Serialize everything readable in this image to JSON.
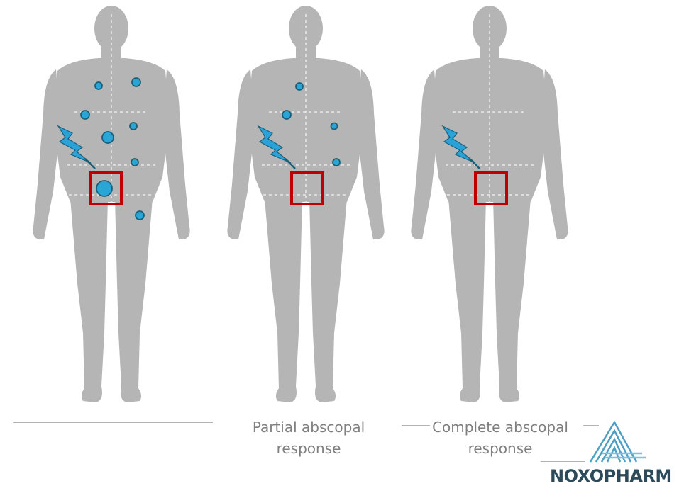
{
  "figures": [
    {
      "caption_line1": "",
      "caption_line2": ""
    },
    {
      "caption_line1": "Partial abscopal",
      "caption_line2": "response"
    },
    {
      "caption_line1": "Complete abscopal",
      "caption_line2": "response"
    }
  ],
  "logo": {
    "text": "NOXOPHARM"
  },
  "colors": {
    "body": "#b5b5b5",
    "tumor_fill": "#29a5d6",
    "tumor_stroke": "#1a5f7a",
    "target_box": "#c00000",
    "bolt": "#2aa2d8",
    "caption_text": "#7f7f7f",
    "logo_text": "#2d4a5a",
    "logo_mark": "#4e9fc6"
  },
  "icons": {
    "radiation": "lightning-bolt-icon",
    "target": "target-box",
    "brand": "noxopharm-logo-icon"
  }
}
